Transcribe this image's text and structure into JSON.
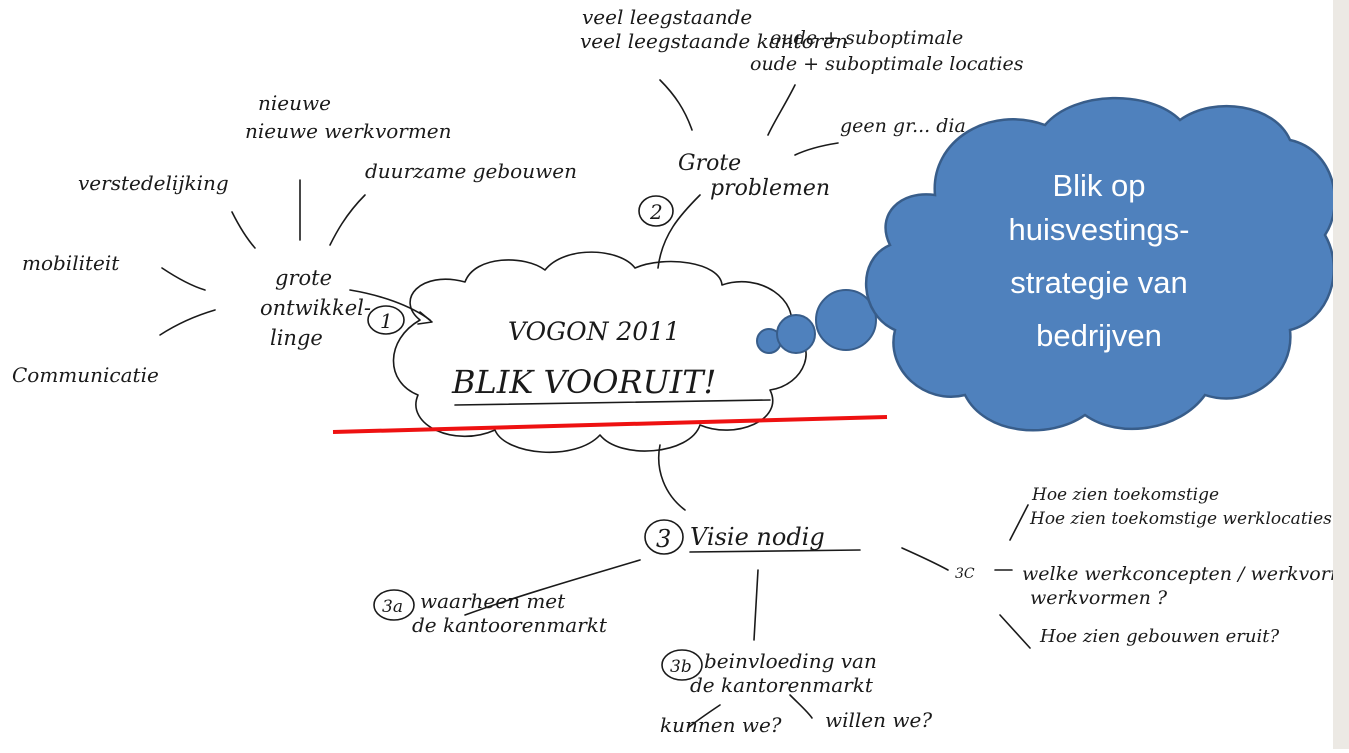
{
  "center": {
    "line1": "VOGON 2011",
    "line2": "BLIK VOORUIT!"
  },
  "branch1": {
    "number": "1",
    "title_line1": "grote",
    "title_line2": "ontwikkel-",
    "title_line3": "linge",
    "items": [
      "nieuwe werkvormen",
      "duurzame gebouwen",
      "verstedelijking",
      "mobiliteit",
      "Communicatie"
    ]
  },
  "branch2": {
    "number": "2",
    "title_line1": "Grote",
    "title_line2": "problemen",
    "items": [
      "veel leegstaande kantoren",
      "oude + suboptimale locaties",
      "geen gr... dia..."
    ]
  },
  "branch3": {
    "number": "3",
    "title": "Visie nodig",
    "sub_a": {
      "number": "3a",
      "text_line1": "waarheen met",
      "text_line2": "de kantoorenmarkt"
    },
    "sub_b": {
      "number": "3b",
      "text_line1": "beinvloeding van",
      "text_line2": "de kantorenmarkt",
      "leaves": [
        "kunnen we?",
        "willen we?"
      ]
    },
    "sub_c": {
      "number": "3C",
      "items": [
        "Hoe zien toekomstige werklocaties eruit?",
        "welke werkconcepten / werkvormen?",
        "Hoe zien gebouwen eruit?"
      ]
    }
  },
  "thought_bubble": {
    "line1": "Blik op",
    "line2": "huisvestings-",
    "line3": "strategie van",
    "line4": "bedrijven",
    "fill": "#4f81bd",
    "stroke": "#385d8a",
    "text_color": "#ffffff"
  },
  "annotation": {
    "red_line_color": "#ee1111"
  }
}
